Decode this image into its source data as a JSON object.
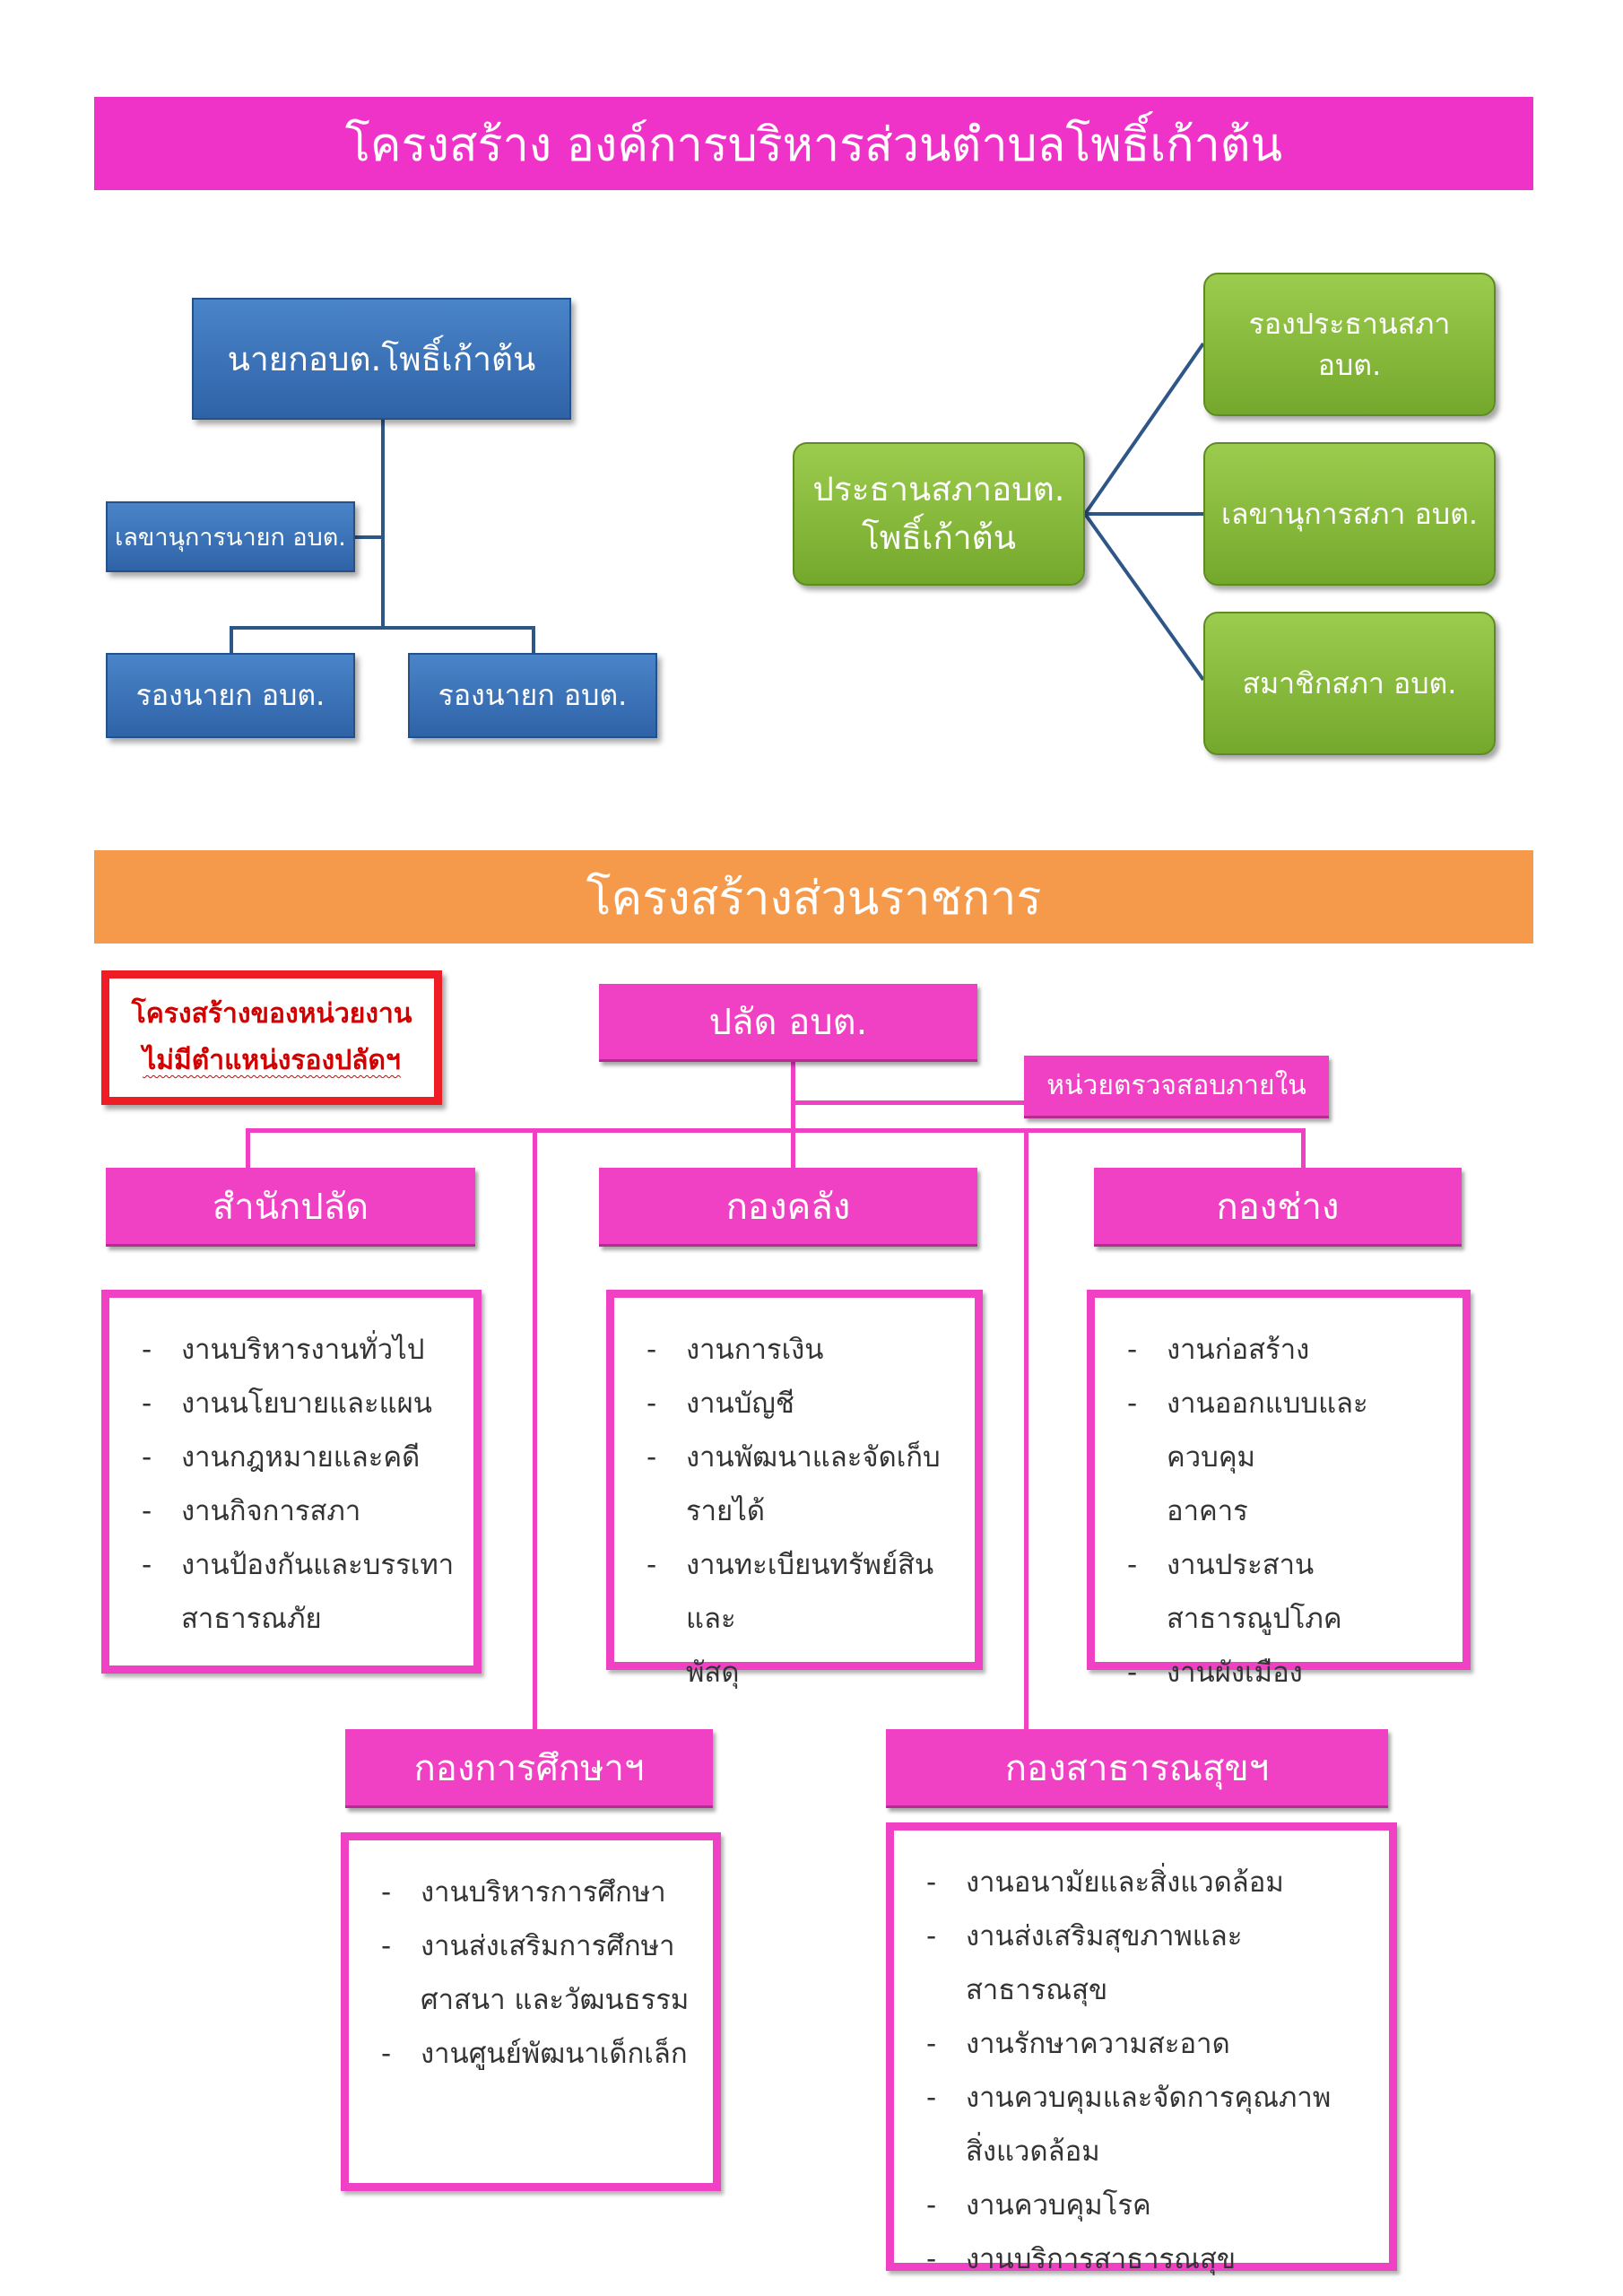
{
  "header": {
    "title": "โครงสร้าง องค์การบริหารส่วนตำบลโพธิ์เก้าต้น",
    "admin_title": "โครงสร้างส่วนราชการ"
  },
  "executive": {
    "mayor": "นายกอบต.โพธิ์เก้าต้น",
    "secretary": "เลขานุการนายก อบต.",
    "deputy_left": "รองนายก อบต.",
    "deputy_right": "รองนายก อบต."
  },
  "council": {
    "president": [
      "ประธานสภาอบต.",
      "โพธิ์เก้าต้น"
    ],
    "vice_president": [
      "รองประธานสภา",
      "อบต."
    ],
    "secretary": "เลขานุการสภา อบต.",
    "member": "สมาชิกสภา อบต."
  },
  "note": {
    "line1": "โครงสร้างของหน่วยงาน",
    "line2": "ไม่มีตำแหน่งรองปลัดฯ"
  },
  "admin": {
    "chief": "ปลัด อบต.",
    "audit": "หน่วยตรวจสอบภายใน",
    "divisions": {
      "office": {
        "name": "สำนักปลัด",
        "tasks": [
          "งานบริหารงานทั่วไป",
          "งานนโยบายและแผน",
          "งานกฎหมายและคดี",
          "งานกิจการสภา",
          "งานป้องกันและบรรเทา",
          "สาธารณภัย"
        ]
      },
      "finance": {
        "name": "กองคลัง",
        "tasks": [
          "งานการเงิน",
          "งานบัญชี",
          "งานพัฒนาและจัดเก็บ",
          "รายได้",
          "งานทะเบียนทรัพย์สินและ",
          "พัสดุ"
        ]
      },
      "engineering": {
        "name": "กองช่าง",
        "tasks": [
          "งานก่อสร้าง",
          "งานออกแบบและควบคุม",
          "อาคาร",
          "งานประสาน",
          "สาธารณูปโภค",
          "งานผังเมือง"
        ]
      },
      "education": {
        "name": "กองการศึกษาฯ",
        "tasks": [
          "งานบริหารการศึกษา",
          "งานส่งเสริมการศึกษา",
          "ศาสนา และวัฒนธรรม",
          "งานศูนย์พัฒนาเด็กเล็ก"
        ]
      },
      "health": {
        "name": "กองสาธารณสุขฯ",
        "tasks": [
          "งานอนามัยและสิ่งแวดล้อม",
          "งานส่งเสริมสุขภาพและสาธารณสุข",
          "งานรักษาความสะอาด",
          "งานควบคุมและจัดการคุณภาพ",
          "สิ่งแวดล้อม",
          "งานควบคุมโรค",
          "งานบริการสาธารณสุข"
        ]
      }
    }
  }
}
